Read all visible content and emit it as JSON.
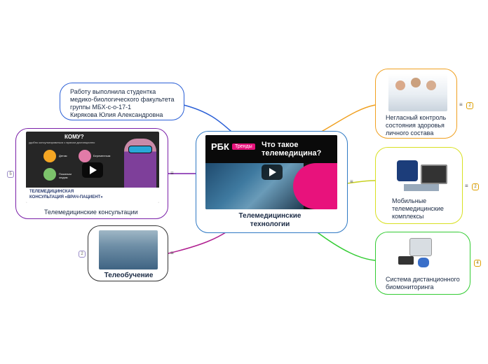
{
  "center": {
    "title": "Телемедицинские технологии",
    "video": {
      "brand": "РБК",
      "tag": "Тренды",
      "headline": "Что такое телемедицина?"
    }
  },
  "author": {
    "line1": "Работу выполнила студентка",
    "line2": "медико-биологического факультета",
    "line3": "группы МБХ-с-о-17-1",
    "line4": "Кирякова Юлия Александровна"
  },
  "consult": {
    "title": "Телемедицинские консультации",
    "badge": "5",
    "video": {
      "heading": "КОМУ?",
      "subheading": "удобно консультироваться с врачом дистанционно",
      "item1": "Детям",
      "item2": "Беременным",
      "item3": "Пожилым людям",
      "caption1": "ТЕЛЕМЕДИЦИНСКАЯ",
      "caption2": "КОНСУЛЬТАЦИЯ «ВРАЧ-ПАЦИЕНТ»"
    }
  },
  "teach": {
    "title": "Телеобучение",
    "badge": "2"
  },
  "monitor": {
    "title": "Негласный контроль состояния здоровья личного состава",
    "badge": "2"
  },
  "mobile": {
    "title": "Мобильные телемедицинские комплексы",
    "badge": "2"
  },
  "biomon": {
    "title": "Система дистанционного биомониторинга",
    "badge": "4"
  },
  "colors": {
    "author": "#2a5fd6",
    "consult": "#7a1fa8",
    "teach": "#333333",
    "center": "#2f79c4",
    "monitor": "#f0a020",
    "mobile": "#d8e020",
    "biomon": "#33cc33",
    "pink": "#e8127c"
  }
}
